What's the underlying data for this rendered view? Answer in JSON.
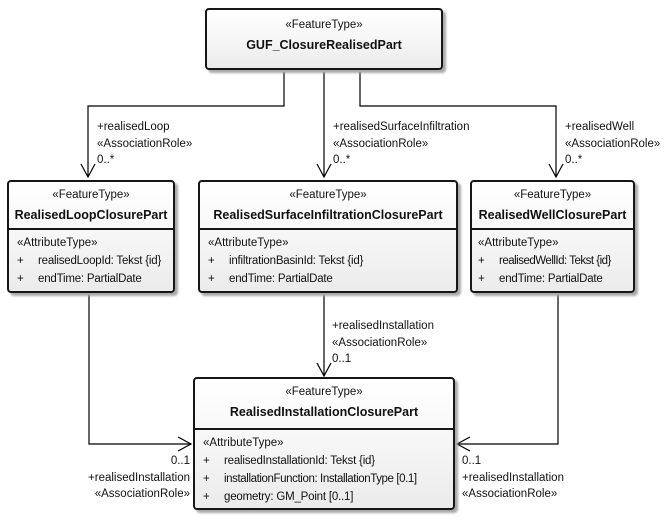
{
  "diagram": {
    "background_color": "#ffffff",
    "line_color": "#000000",
    "classes": {
      "root": {
        "stereotype": "«FeatureType»",
        "name": "GUF_ClosureRealisedPart"
      },
      "loop": {
        "stereotype": "«FeatureType»",
        "name": "RealisedLoopClosurePart",
        "attr_stereotype": "«AttributeType»",
        "attributes": [
          {
            "vis": "+",
            "text": "realisedLoopId: Tekst {id}"
          },
          {
            "vis": "+",
            "text": "endTime: PartialDate"
          }
        ]
      },
      "surface": {
        "stereotype": "«FeatureType»",
        "name": "RealisedSurfaceInfiltrationClosurePart",
        "attr_stereotype": "«AttributeType»",
        "attributes": [
          {
            "vis": "+",
            "text": "infiltrationBasinId: Tekst {id}"
          },
          {
            "vis": "+",
            "text": "endTime: PartialDate"
          }
        ]
      },
      "well": {
        "stereotype": "«FeatureType»",
        "name": "RealisedWellClosurePart",
        "attr_stereotype": "«AttributeType»",
        "attributes": [
          {
            "vis": "+",
            "text": "realisedWellId: Tekst {id}"
          },
          {
            "vis": "+",
            "text": "endTime: PartialDate"
          }
        ]
      },
      "installation": {
        "stereotype": "«FeatureType»",
        "name": "RealisedInstallationClosurePart",
        "attr_stereotype": "«AttributeType»",
        "attributes": [
          {
            "vis": "+",
            "text": "realisedInstallationId: Tekst {id}"
          },
          {
            "vis": "+",
            "text": "installationFunction: InstallationType [0.1]"
          },
          {
            "vis": "+",
            "text": "geometry: GM_Point [0..1]"
          }
        ]
      }
    },
    "connectors": {
      "loop": {
        "role": "+realisedLoop",
        "stereotype": "«AssociationRole»",
        "multiplicity": "0..*"
      },
      "surface": {
        "role": "+realisedSurfaceInfiltration",
        "stereotype": "«AssociationRole»",
        "multiplicity": "0..*"
      },
      "well": {
        "role": "+realisedWell",
        "stereotype": "«AssociationRole»",
        "multiplicity": "0..*"
      },
      "installation_mid": {
        "role": "+realisedInstallation",
        "stereotype": "«AssociationRole»",
        "multiplicity": "0..1"
      },
      "installation_left": {
        "multiplicity": "0..1",
        "role": "+realisedInstallation",
        "stereotype": "«AssociationRole»"
      },
      "installation_right": {
        "multiplicity": "0..1",
        "role": "+realisedInstallation",
        "stereotype": "«AssociationRole»"
      }
    }
  }
}
